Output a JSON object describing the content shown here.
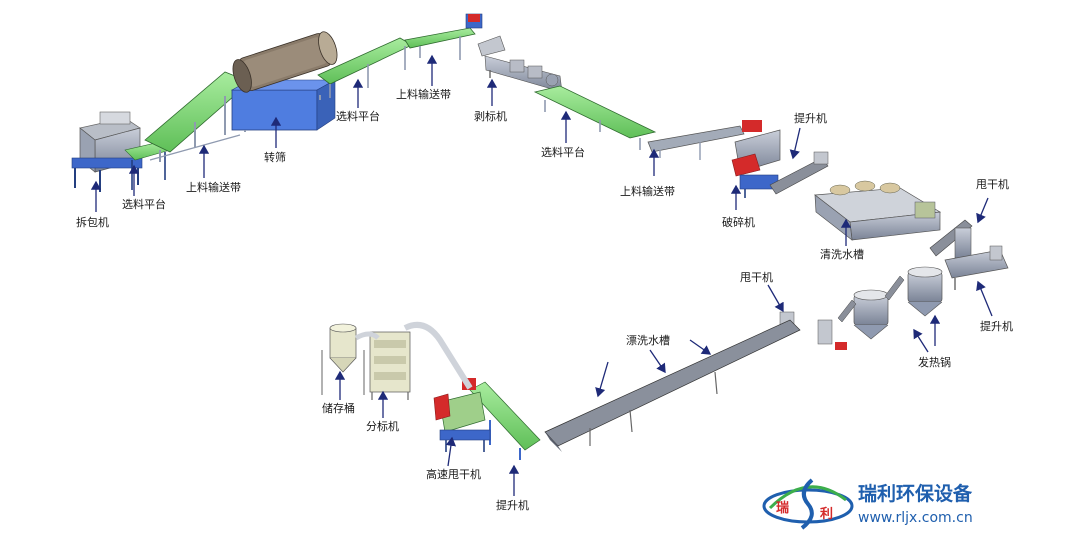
{
  "labels": {
    "baler": "拆包机",
    "sort_platform_1": "选料平台",
    "conveyor_1": "上料输送带",
    "trommel": "转筛",
    "sort_platform_2": "选料平台",
    "conveyor_2": "上料输送带",
    "label_remover": "剥标机",
    "sort_platform_3": "选料平台",
    "conveyor_3": "上料输送带",
    "crusher": "破碎机",
    "elevator_1": "提升机",
    "wash_tank": "清洗水槽",
    "dryer_1": "甩干机",
    "elevator_2": "提升机",
    "heating_pot": "发热锅",
    "dryer_2": "甩干机",
    "rinse_tank": "漂洗水槽",
    "elevator_3": "提升机",
    "high_speed_dryer": "高速甩干机",
    "separator": "分标机",
    "storage_bin": "储存桶"
  },
  "brand": {
    "name": "瑞利环保设备",
    "url": "www.rljx.com.cn",
    "logo_char_1": "瑞",
    "logo_char_2": "利",
    "colors": {
      "blue": "#1f5fae",
      "red": "#d42a2a",
      "belt": "#7cd67a",
      "steel": "#8f9ab0",
      "arrow": "#1e2a78"
    }
  }
}
